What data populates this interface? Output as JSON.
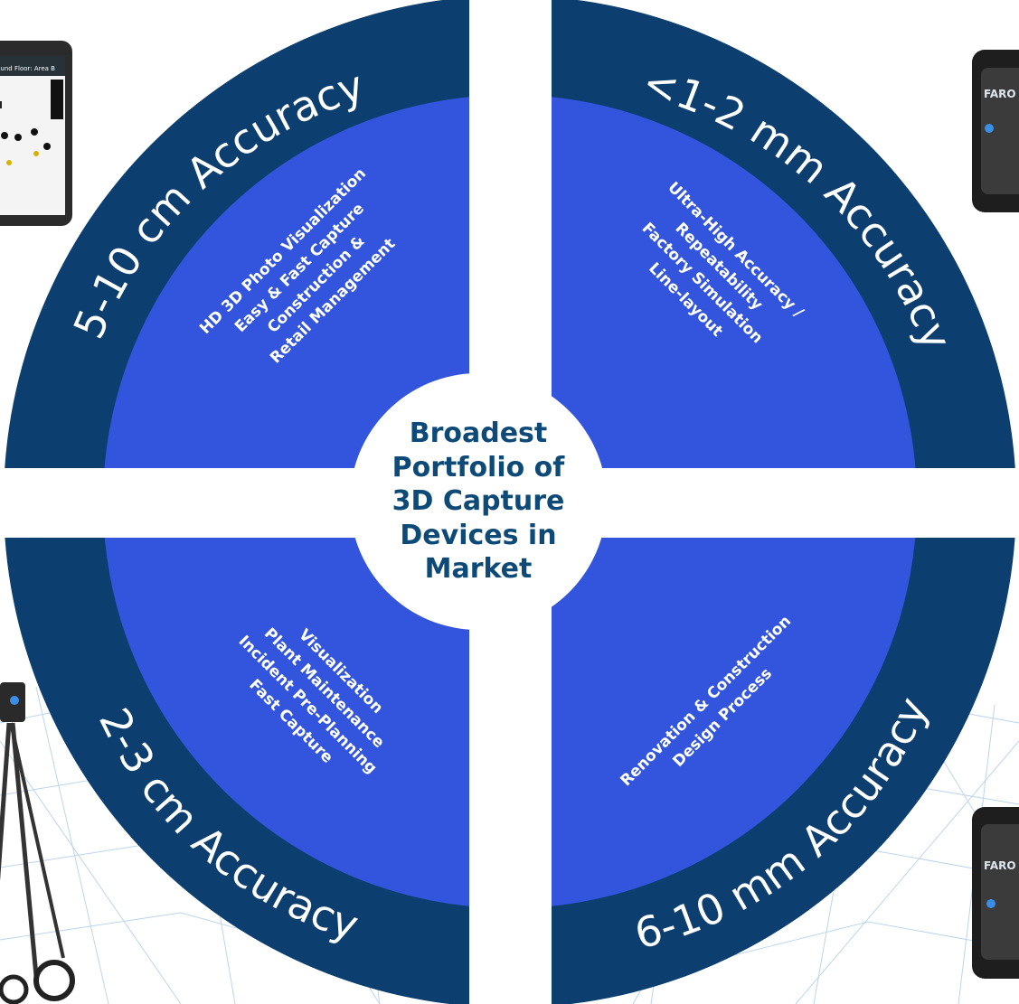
{
  "center": {
    "lines": [
      "Broadest",
      "Portfolio of",
      "3D Capture",
      "Devices in",
      "Market"
    ]
  },
  "quadrants": [
    {
      "id": "top-left",
      "accuracy": "5-10 cm Accuracy",
      "features": [
        "HD 3D Photo Visualization",
        "Easy & Fast Capture",
        "Construction &",
        "Retail Management"
      ]
    },
    {
      "id": "top-right",
      "accuracy": "<1-2 mm Accuracy",
      "features": [
        "Ultra-High Accuracy /",
        "Repeatability",
        "Factory Simulation",
        "Line-layout"
      ]
    },
    {
      "id": "bottom-left",
      "accuracy": "2-3 cm Accuracy",
      "features": [
        "Visualization",
        "Plant Maintenance",
        "Incident Pre-Planning",
        "Fast Capture"
      ]
    },
    {
      "id": "bottom-right",
      "accuracy": "6-10 mm Accuracy",
      "features": [
        "Renovation & Construction",
        "Design Process"
      ]
    }
  ],
  "devices": {
    "phone_header": "Ground Floor: Area B",
    "scanner_logo": "FARO"
  },
  "colors": {
    "outer_ring": "#0c3f6f",
    "inner_segment": "#3355dd",
    "center_text": "#0d4a78",
    "gap": "#ffffff",
    "mesh": "#9fc4e3"
  }
}
